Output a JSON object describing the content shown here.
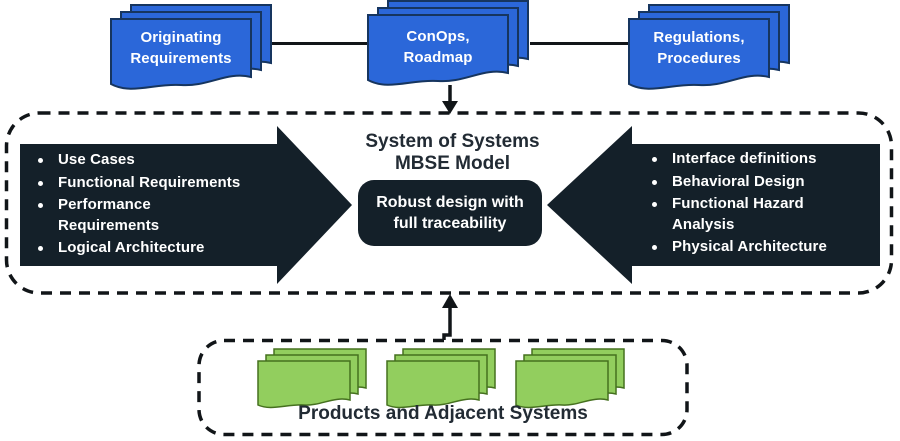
{
  "colors": {
    "bg": "#ffffff",
    "doc-blue": "#2b67d9",
    "doc-blue-border": "#16355f",
    "doc-green": "#92ce5e",
    "doc-green-border": "#45701f",
    "dark": "#142029",
    "line": "#111518",
    "title-text": "#222b34",
    "white": "#ffffff"
  },
  "top_documents": {
    "originating": {
      "label": "Originating\nRequirements"
    },
    "conops": {
      "label": "ConOps,\nRoadmap"
    },
    "regulations": {
      "label": "Regulations,\nProcedures"
    }
  },
  "mbse_model": {
    "title": "System of Systems\nMBSE Model",
    "center_label": "Robust design with\nfull traceability",
    "left_arrow_items": [
      "Use Cases",
      "Functional Requirements",
      "Performance\nRequirements",
      "Logical Architecture"
    ],
    "right_arrow_items": [
      "Interface definitions",
      "Behavioral Design",
      "Functional Hazard\nAnalysis",
      "Physical Architecture"
    ]
  },
  "bottom_box": {
    "label": "Products and Adjacent Systems"
  }
}
